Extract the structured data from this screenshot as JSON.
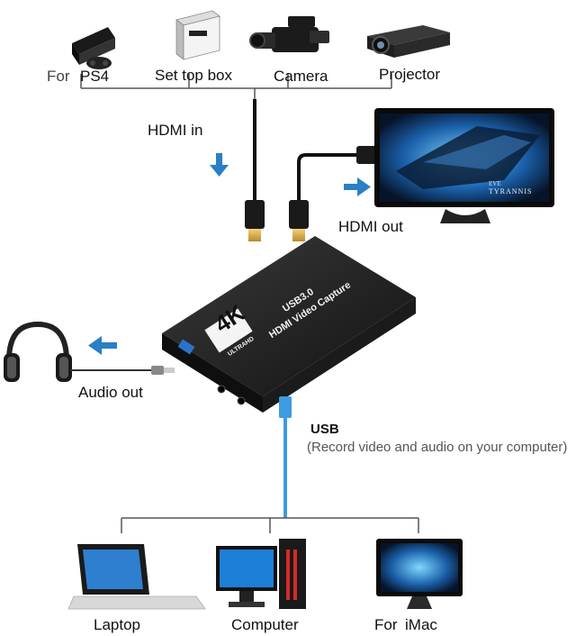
{
  "sources": {
    "prefix": "For",
    "ps4": "PS4",
    "set_top_box": "Set top box",
    "camera": "Camera",
    "projector": "Projector"
  },
  "hdmi_in": "HDMI in",
  "hdmi_out": "HDMI out",
  "monitor_brand": "EVE",
  "monitor_title": "TYRANNIS",
  "device": {
    "badge": "4K",
    "badge_sub": "ULTRAHD",
    "line1": "USB3.0",
    "line2": "HDMI Video Capture"
  },
  "audio_out": "Audio out",
  "usb": {
    "title": "USB",
    "subtitle": "(Record video and audio on your computer)"
  },
  "targets": {
    "laptop": "Laptop",
    "computer": "Computer",
    "imac_prefix": "For",
    "imac": "iMac"
  },
  "colors": {
    "arrow": "#2a7fc6",
    "usb_cable": "#3d9be0",
    "line": "#555555",
    "device": "#1c1c1c"
  }
}
